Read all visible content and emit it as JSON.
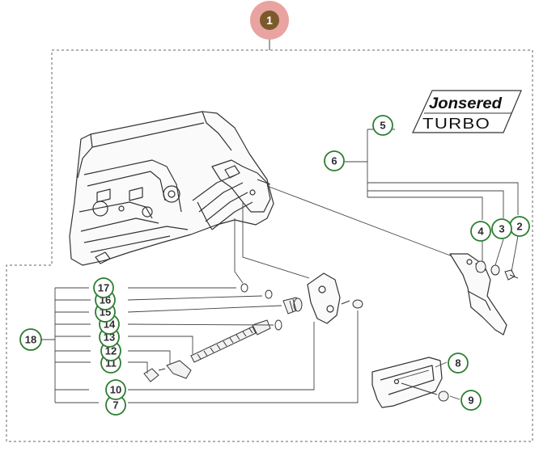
{
  "assembly": {
    "number": "1",
    "highlight_color": "#e9a3a0",
    "badge_color": "#7a5a2c"
  },
  "callouts": [
    {
      "id": "c2",
      "label": "2"
    },
    {
      "id": "c3",
      "label": "3"
    },
    {
      "id": "c4",
      "label": "4"
    },
    {
      "id": "c5",
      "label": "5"
    },
    {
      "id": "c6",
      "label": "6"
    },
    {
      "id": "c7",
      "label": "7"
    },
    {
      "id": "c8",
      "label": "8"
    },
    {
      "id": "c9",
      "label": "9"
    },
    {
      "id": "c10",
      "label": "10"
    },
    {
      "id": "c11",
      "label": "11"
    },
    {
      "id": "c12",
      "label": "12"
    },
    {
      "id": "c13",
      "label": "13"
    },
    {
      "id": "c14",
      "label": "14"
    },
    {
      "id": "c15",
      "label": "15"
    },
    {
      "id": "c16",
      "label": "16"
    },
    {
      "id": "c17",
      "label": "17"
    },
    {
      "id": "c18",
      "label": "18"
    }
  ],
  "decal": {
    "brand": "Jonsered",
    "model": "TURBO"
  },
  "colors": {
    "callout_ring": "#2e7d32",
    "line": "#444444"
  }
}
